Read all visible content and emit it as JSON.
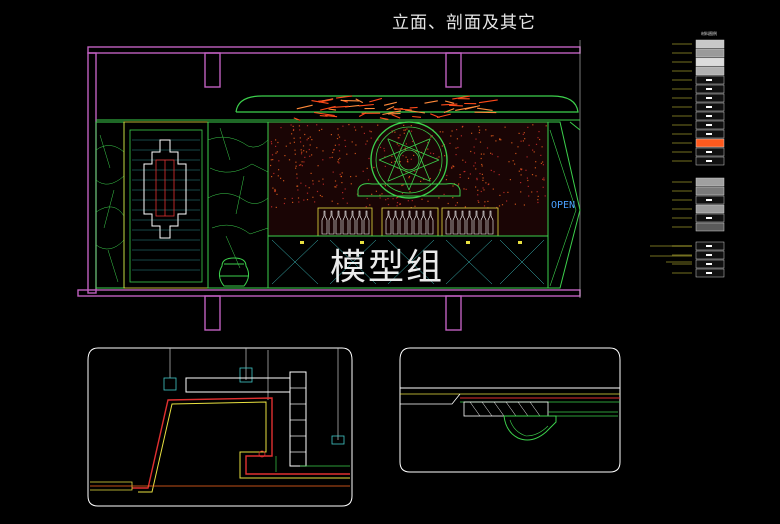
{
  "drawing": {
    "title": "立面、剖面及其它",
    "watermark": "模型组",
    "open_sign": "OPEN",
    "legend_title": "材料图例"
  },
  "colors": {
    "background": "#000000",
    "wall": "#c060c0",
    "green": "#3cd04c",
    "yellow": "#e8e040",
    "red": "#e03030",
    "orange": "#ff6a20",
    "cyan": "#40c8c8",
    "white": "#ffffff",
    "blue": "#4aa0ff"
  },
  "legend": {
    "swatches": [
      "#c8c8c8",
      "#9a9a9a",
      "#dcdcdc",
      "#b0b0b0",
      "#ffffff",
      "#ffffff",
      "#ffffff",
      "#ffffff",
      "#ffffff",
      "#ffffff",
      "#ffffff",
      "#ff5a1e",
      "#ffffff",
      "#ffffff",
      "#a0a0a0",
      "#7a7a7a",
      "#ffffff",
      "#9a9a9a",
      "#ffffff",
      "#5a5a5a",
      "#ffffff",
      "#ffffff",
      "#ffffff",
      "#ffffff"
    ]
  }
}
